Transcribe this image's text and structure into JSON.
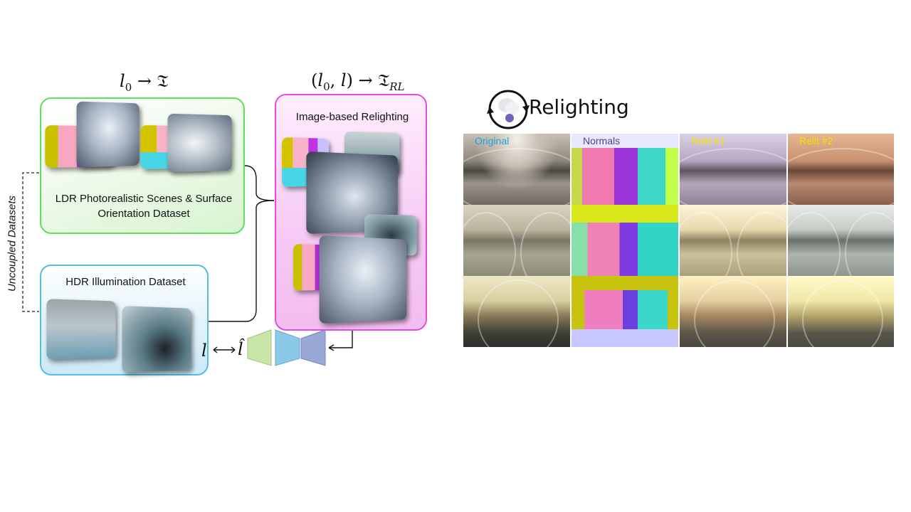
{
  "left_panel": {
    "formula_ldr": "𝔗",
    "formula_rel_sub": "RL",
    "ldr_box_label_line1": "LDR Photorealistic Scenes & Surface",
    "ldr_box_label_line2": "Orientation Dataset",
    "hdr_box_label": "HDR Illumination Dataset",
    "relighting_box_label": "Image-based Relighting",
    "uncoupled_label": "Uncoupled Datasets",
    "l_symbol": "l",
    "l_hat_symbol": "l̂"
  },
  "right_panel": {
    "title": "Relighting",
    "columns": [
      {
        "label": "Original",
        "color": "#1fa3e0"
      },
      {
        "label": "Normals",
        "color": "#5b3a8c"
      },
      {
        "label": "Relit #1",
        "color": "#f4e000"
      },
      {
        "label": "Relit #2",
        "color": "#f4e000"
      }
    ],
    "row_count": 3
  },
  "colors": {
    "ldr_border": "#5de05a",
    "hdr_border": "#55bde4",
    "relighting_border": "#e44ce0",
    "encoder_green": "#c9e6a9",
    "encoder_blue": "#8ac9e8",
    "decoder_slate": "#9aa8d6"
  }
}
